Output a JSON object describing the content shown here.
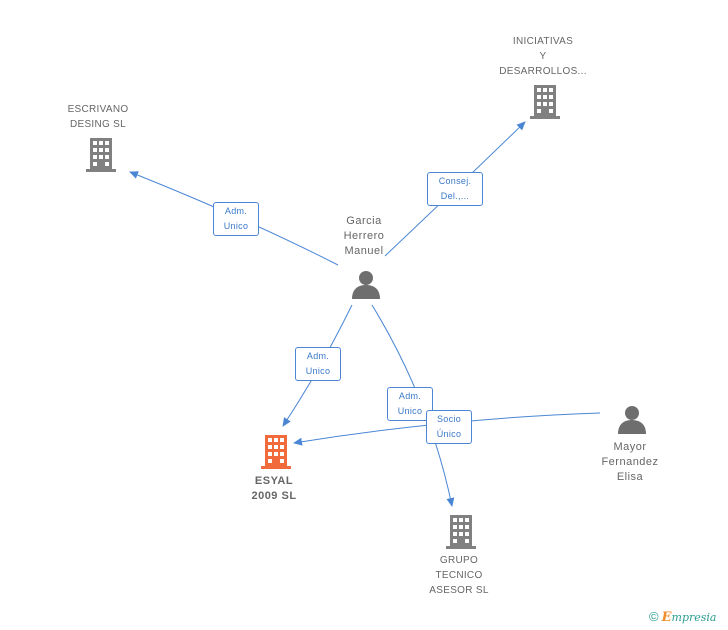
{
  "colors": {
    "edge": "#4a86d4",
    "company": "#808080",
    "focus_company": "#f06a3c",
    "person": "#6e6e6e",
    "label_text": "#666666"
  },
  "nodes": {
    "escrivano": {
      "label": "ESCRIVANO\nDESING SL",
      "icon": "building-icon"
    },
    "iniciativas": {
      "label": "INICIATIVAS\nY\nDESARROLLOS...",
      "icon": "building-icon"
    },
    "garcia": {
      "label": "Garcia\nHerrero\nManuel",
      "icon": "person-icon"
    },
    "esyal": {
      "label": "ESYAL\n2009 SL",
      "icon": "building-icon"
    },
    "grupo": {
      "label": "GRUPO\nTECNICO\nASESOR SL",
      "icon": "building-icon"
    },
    "mayor": {
      "label": "Mayor\nFernandez\nElisa",
      "icon": "person-icon"
    }
  },
  "edges": {
    "garcia_escrivano": {
      "label": "Adm.\nUnico"
    },
    "garcia_iniciativas": {
      "label": "Consej.\nDel.,..."
    },
    "garcia_esyal": {
      "label": "Adm.\nUnico"
    },
    "garcia_grupo": {
      "label": "Adm.\nUnico"
    },
    "mayor_esyal": {
      "label": "Socio\nÚnico"
    }
  },
  "footer": {
    "copyright": "©",
    "brand_initial": "E",
    "brand_rest": "mpresia"
  }
}
